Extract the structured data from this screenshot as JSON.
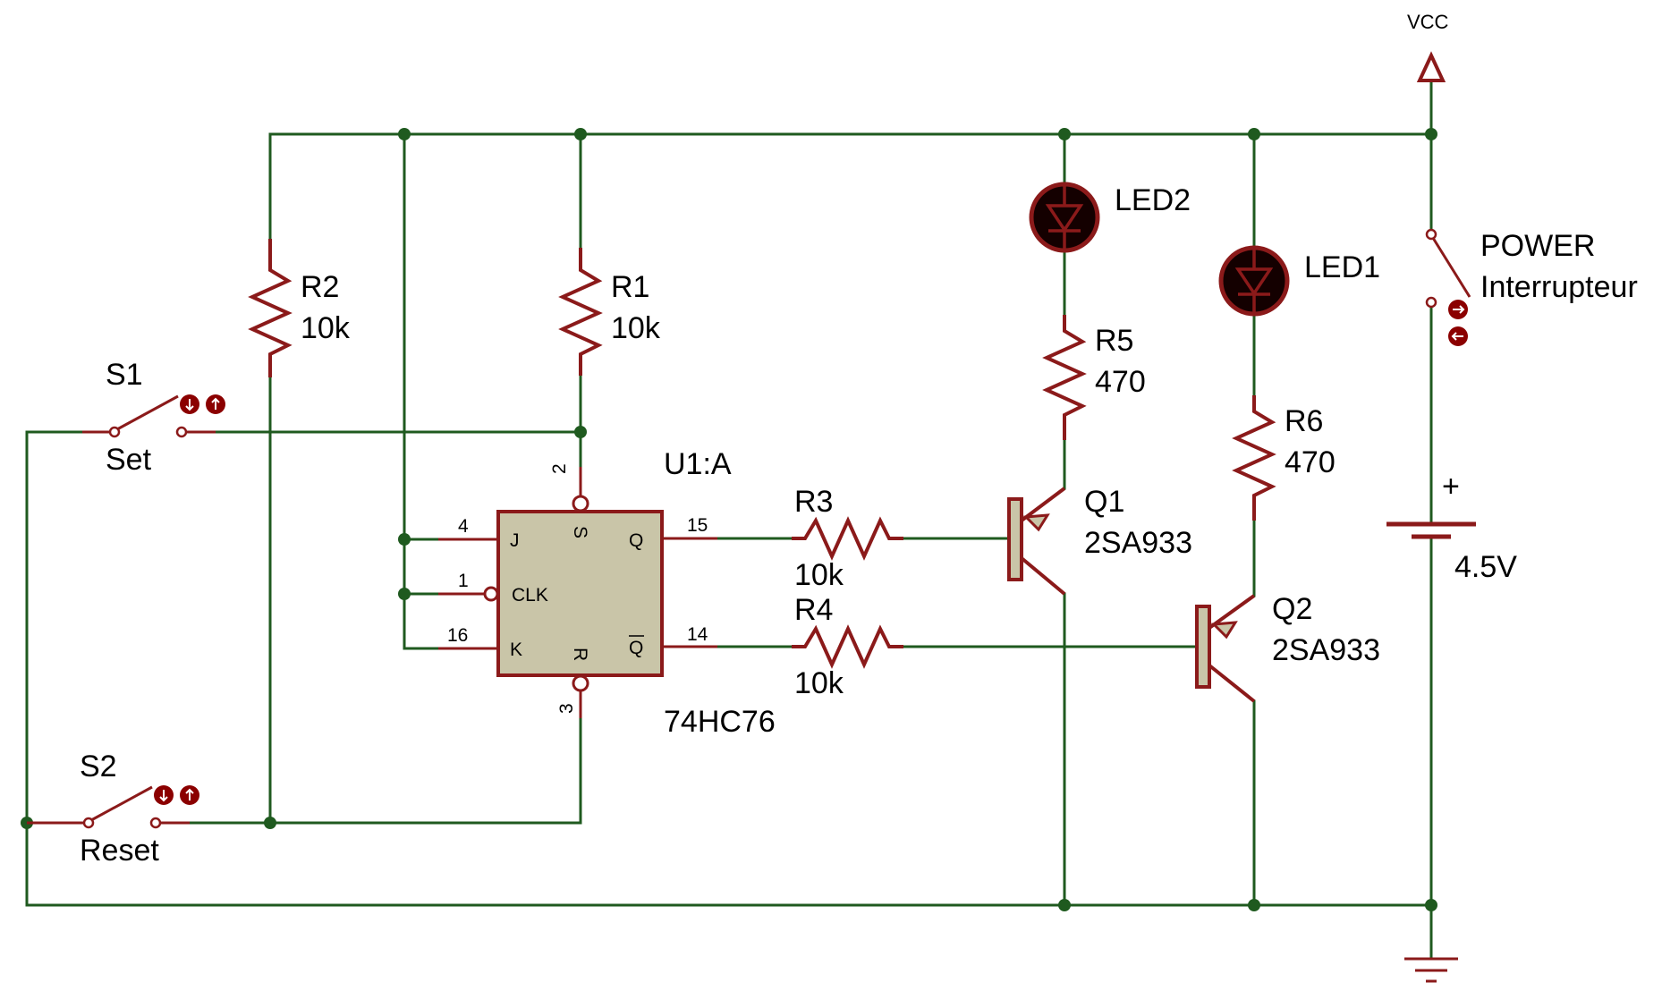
{
  "supply": {
    "vcc_label": "VCC"
  },
  "components": {
    "r1": {
      "ref": "R1",
      "value": "10k"
    },
    "r2": {
      "ref": "R2",
      "value": "10k"
    },
    "r3": {
      "ref": "R3",
      "value": "10k"
    },
    "r4": {
      "ref": "R4",
      "value": "10k"
    },
    "r5": {
      "ref": "R5",
      "value": "470"
    },
    "r6": {
      "ref": "R6",
      "value": "470"
    },
    "led1": {
      "ref": "LED1"
    },
    "led2": {
      "ref": "LED2"
    },
    "q1": {
      "ref": "Q1",
      "part": "2SA933"
    },
    "q2": {
      "ref": "Q2",
      "part": "2SA933"
    },
    "s1": {
      "ref": "S1",
      "name": "Set"
    },
    "s2": {
      "ref": "S2",
      "name": "Reset"
    },
    "power_switch": {
      "ref": "POWER",
      "name": "Interrupteur"
    },
    "battery": {
      "polarity": "+",
      "value": "4.5V"
    },
    "u1": {
      "ref": "U1:A",
      "part": "74HC76",
      "pins": {
        "j": {
          "name": "J",
          "number": "4"
        },
        "clk": {
          "name": "CLK",
          "number": "1"
        },
        "k": {
          "name": "K",
          "number": "16"
        },
        "s": {
          "name": "S",
          "number": "2"
        },
        "r": {
          "name": "R",
          "number": "3"
        },
        "q": {
          "name": "Q",
          "number": "15"
        },
        "qbar": {
          "name": "Q",
          "number": "14"
        }
      }
    }
  },
  "colors": {
    "wire": "#1f5a1f",
    "component": "#8b1a1a",
    "chip_fill": "#c9c5a8",
    "led_fill": "#140000"
  }
}
